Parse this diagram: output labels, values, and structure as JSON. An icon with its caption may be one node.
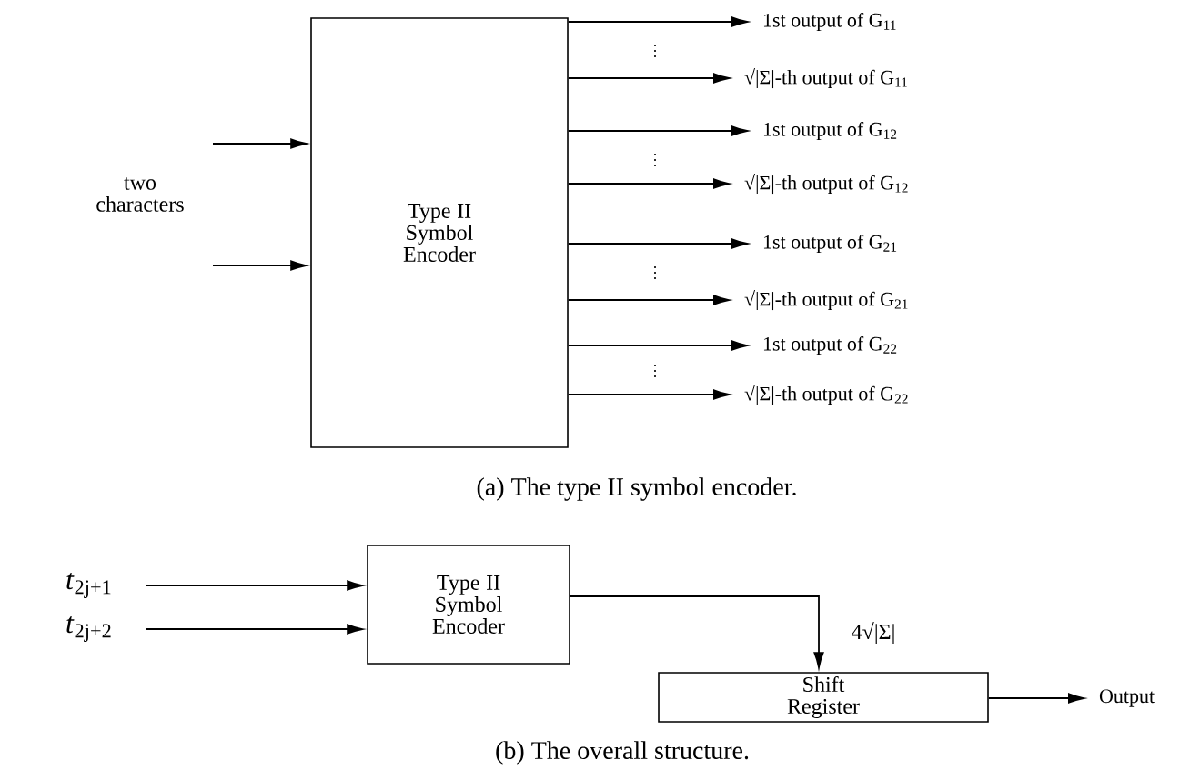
{
  "diagram": {
    "nodes": [
      {
        "text": [
          "Type II Symbol Encoder"
        ]
      },
      {
        "text": [
          "1st output of G$_{11}$"
        ]
      },
      {
        "text": [
          "√|Σ|-th output of G$_{11}$"
        ]
      },
      {
        "text": [
          "1st output of G$_{12}$"
        ]
      },
      {
        "text": [
          "√|Σ|-th output of G$_{12}$"
        ]
      },
      {
        "text": [
          "1st output of G$_{21}$"
        ]
      },
      {
        "text": [
          "√|Σ|-th output of G$_{21}$"
        ]
      },
      {
        "text": [
          "1st output of G$_{22}$"
        ]
      },
      {
        "text": [
          "√|Σ|-th output of G$_{22}$"
        ]
      },
      {
        "text": [
          "Type II Symbol Encoder"
        ]
      },
      {
        "text": [
          "Shift Register"
        ]
      },
      {
        "text": [
          "*t*$_{2j+1}$"
        ]
      },
      {
        "text": [
          "*t*$_{2j+2}$"
        ]
      },
      {
        "text": [
          "Output"
        ]
      }
    ],
    "edges": [
      {
        "from": null,
        "to": 0,
        "arrow": "to"
      },
      {
        "from": null,
        "to": 0,
        "arrow": "to"
      },
      {
        "from": 0,
        "to": 1,
        "arrow": "to"
      },
      {
        "from": 0,
        "to": 2,
        "arrow": "to"
      },
      {
        "from": 0,
        "to": 3,
        "arrow": "to"
      },
      {
        "from": 0,
        "to": 4,
        "arrow": "to"
      },
      {
        "from": 0,
        "to": 5,
        "arrow": "to"
      },
      {
        "from": 0,
        "to": 6,
        "arrow": "to"
      },
      {
        "from": 0,
        "to": 7,
        "arrow": "to"
      },
      {
        "from": 0,
        "to": 8,
        "arrow": "to"
      },
      {
        "from": 11,
        "to": 9,
        "arrow": "to"
      },
      {
        "from": 12,
        "to": 9,
        "arrow": "to"
      },
      {
        "from": 9,
        "to": 10,
        "arrow": "to",
        "label": "4√|Σ|"
      },
      {
        "from": 10,
        "to": 13,
        "arrow": "to"
      }
    ],
    "labels": [
      "two characters",
      "(a) The type II symbol encoder.",
      "(b) The overall structure."
    ]
  }
}
